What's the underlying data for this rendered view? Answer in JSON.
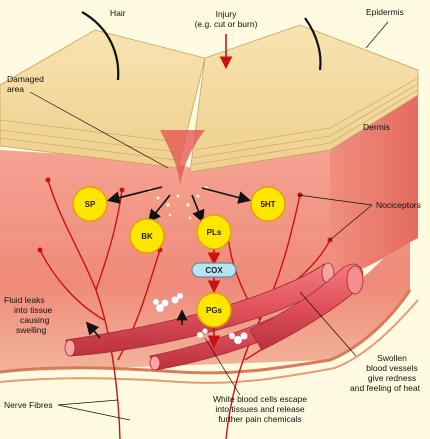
{
  "labels": {
    "hair": "Hair",
    "injury_line1": "Injury",
    "injury_line2": "(e.g. cut or burn)",
    "epidermis": "Epidermis",
    "damaged_line1": "Damaged",
    "damaged_line2": "area",
    "dermis": "Dermis",
    "nociceptors": "Nociceptors",
    "fluid": [
      "Fluid leaks",
      "into tissue",
      "causing",
      "swelling"
    ],
    "swollen": [
      "Swollen",
      "blood vessels",
      "give redness",
      "and feeling of heat"
    ],
    "wbc": [
      "White blood cells escape",
      "into tissues and release",
      "further pain chemicals"
    ],
    "nerve_fibres": "Nerve Fibres"
  },
  "nodes": {
    "sp": "SP",
    "bk": "BK",
    "pls": "PLs",
    "ht": "5HT",
    "cox": "COX",
    "pgs": "PGs"
  },
  "colors": {
    "background": "#fffbe0",
    "skin_surface": "#f4dba0",
    "dermis": "#ef8a7a",
    "node_fill": "#ffe600",
    "node_stroke": "#e0a400",
    "nerve": "#cc1111",
    "vessel": "#e0505a",
    "cox_fill": "#b7e3f2"
  }
}
